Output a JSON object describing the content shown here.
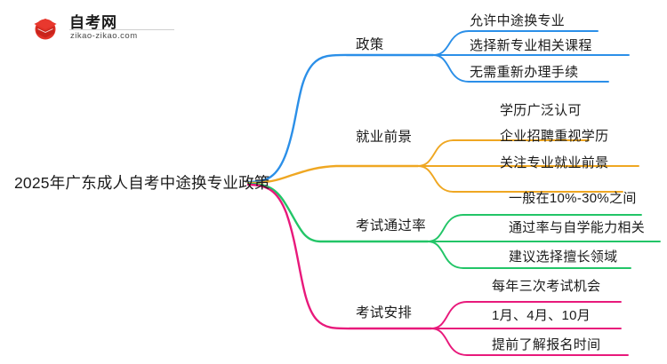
{
  "logo": {
    "name_cn": "自考网",
    "url": "zikao-zikao.com",
    "mark_icon": "graduation-cap-icon",
    "colors": {
      "ring": "#1E88E5",
      "cap": "#E03127"
    }
  },
  "mindmap": {
    "root": {
      "label": "2025年广东成人自考中途换专业政策"
    },
    "branches": [
      {
        "label": "政策",
        "color": "#2B8FE8",
        "children": [
          {
            "label": "允许中途换专业"
          },
          {
            "label": "选择新专业相关课程"
          },
          {
            "label": "无需重新办理手续"
          }
        ]
      },
      {
        "label": "就业前景",
        "color": "#EFA722",
        "children": [
          {
            "label": "学历广泛认可"
          },
          {
            "label": "企业招聘重视学历"
          },
          {
            "label": "关注专业就业前景"
          }
        ]
      },
      {
        "label": "考试通过率",
        "color": "#22C567",
        "children": [
          {
            "label": "一般在10%-30%之间"
          },
          {
            "label": "通过率与自学能力相关"
          },
          {
            "label": "建议选择擅长领域"
          }
        ]
      },
      {
        "label": "考试安排",
        "color": "#E8197B",
        "children": [
          {
            "label": "每年三次考试机会"
          },
          {
            "label": "1月、4月、10月"
          },
          {
            "label": "提前了解报名时间"
          }
        ]
      }
    ]
  }
}
